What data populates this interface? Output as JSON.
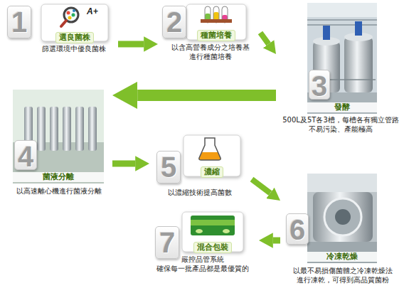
{
  "diagram": {
    "nodes": [
      {
        "text": [
          "1",
          "選良菌株",
          "篩選環境中優良菌株"
        ]
      },
      {
        "text": [
          "2",
          "種菌培養",
          "以含高營養成分之培養基 進行種菌培養"
        ]
      },
      {
        "text": [
          "3",
          "發酵",
          "500L及5T各3槽，每槽各有獨立管路 不易污染、產能極高"
        ]
      },
      {
        "text": [
          "4",
          "菌液分離",
          "以高速離心機進行菌液分離"
        ]
      },
      {
        "text": [
          "5",
          "濃縮",
          "以濃縮技術提高菌數"
        ]
      },
      {
        "text": [
          "6",
          "冷凍乾燥",
          "以最不易損傷菌體之冷凍乾燥法 進行凍乾，可得到高品質菌粉"
        ]
      },
      {
        "text": [
          "7",
          "混合包裝",
          "嚴控品管系統 確保每一批產品都是最優質的"
        ]
      }
    ],
    "edges": [
      {
        "from": 0,
        "to": 1,
        "arrow": "to"
      },
      {
        "from": 1,
        "to": 2,
        "arrow": "to"
      },
      {
        "from": 2,
        "to": 3,
        "arrow": "to"
      },
      {
        "from": 3,
        "to": 4,
        "arrow": "to"
      },
      {
        "from": 4,
        "to": 5,
        "arrow": "to"
      },
      {
        "from": 5,
        "to": 6,
        "arrow": "to"
      }
    ],
    "labels": [
      "A+"
    ]
  }
}
